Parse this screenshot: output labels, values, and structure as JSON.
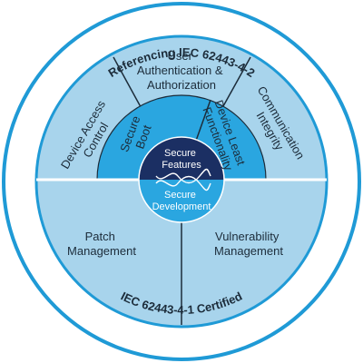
{
  "diagram": {
    "top_ring_label": "Referencing IEC 62443-4-2",
    "bottom_ring_label": "IEC 62443-4-1 Certified",
    "outer_segments": {
      "device_access_control": [
        "Device Access",
        "Control"
      ],
      "user_auth": [
        "User",
        "Authentication &",
        "Authorization"
      ],
      "communication_integrity": [
        "Communication",
        "Integrity"
      ],
      "patch_management": [
        "Patch",
        "Management"
      ],
      "vulnerability_management": [
        "Vulnerability",
        "Management"
      ]
    },
    "inner_segments": {
      "secure_boot": [
        "Secure",
        "Boot"
      ],
      "device_least_functionality": [
        "Device Least",
        "Functionality"
      ]
    },
    "core": {
      "secure_features": [
        "Secure",
        "Features"
      ],
      "secure_development": [
        "Secure",
        "Development"
      ]
    },
    "colors": {
      "outer_ring": "#1f9ad6",
      "outer_fill": "#a8d4ec",
      "inner_fill": "#2aa6e0",
      "core_dark": "#1b2f63",
      "core_light": "#2aa6e0",
      "divider": "#1c2c3a",
      "text": "#1c2c3a"
    }
  }
}
